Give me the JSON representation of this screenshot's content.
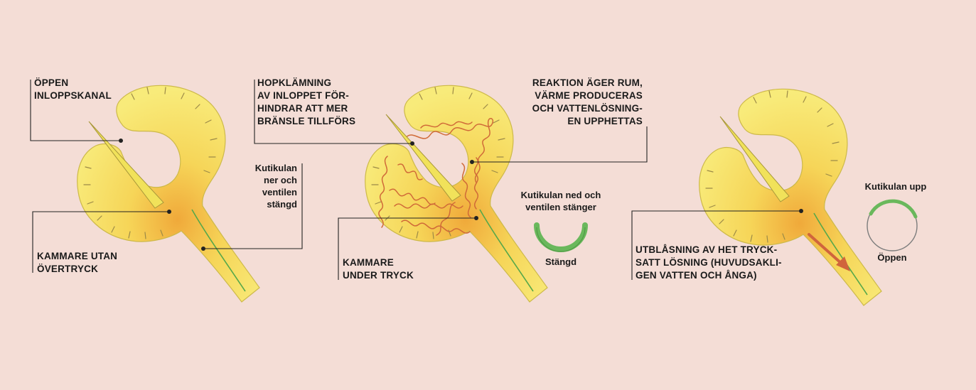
{
  "colors": {
    "background": "#f4ddd6",
    "gland_fill": "#f7e66a",
    "gland_center": "#f2b23a",
    "gland_edge": "#c9b340",
    "tube": "#f1e25a",
    "duct": "#56a84a",
    "coil": "#d06a38",
    "arrow": "#d0653c",
    "valve_green": "#6ab85c",
    "valve_gray": "#7d7d7d",
    "leader": "#222222"
  },
  "panel1": {
    "inlet_label": "ÖPPEN\nINLOPPSKANAL",
    "chamber_label": "KAMMARE UTAN\nÖVERTRYCK",
    "cuticle_label": "Kutikulan\nner och\nventilen\nstängd"
  },
  "panel2": {
    "squeeze_label": "HOPKLÄMNING\nAV INLOPPET FÖR-\nHINDRAR ATT MER\nBRÄNSLE TILLFÖRS",
    "reaction_label": "REAKTION ÄGER RUM,\nVÄRME PRODUCERAS\nOCH VATTENLÖSNING-\nEN UPPHETTAS",
    "chamber_label": "KAMMARE\nUNDER TRYCK",
    "cuticle_label": "Kutikulan ned och\nventilen stänger",
    "valve_state": "Stängd"
  },
  "panel3": {
    "blowout_label": "UTBLÅSNING AV HET TRYCK-\nSATT LÖSNING (HUVUDSAKLI-\nGEN VATTEN OCH ÅNGA)",
    "cuticle_label": "Kutikulan upp",
    "valve_state": "Öppen"
  }
}
